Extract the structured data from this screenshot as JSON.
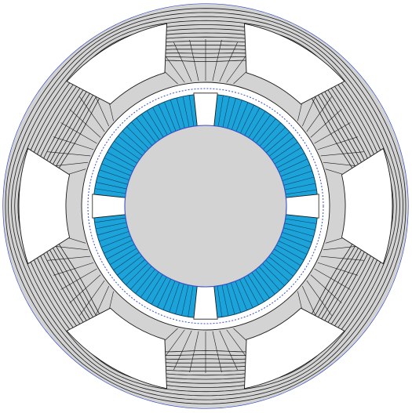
{
  "diagram": {
    "kind": "electric machine cross-section with magnetic flux lines",
    "stator_slot_count": 6,
    "magnet_segment_count": 4,
    "colors": {
      "background": "#ffffff",
      "iron": "#d3d3d3",
      "magnet": "#1ba3da",
      "magnet_lines": "#0a3d5c",
      "boundary": "#3a4fc8",
      "flux_lines": "#1a1a1a",
      "air": "#ffffff"
    }
  }
}
